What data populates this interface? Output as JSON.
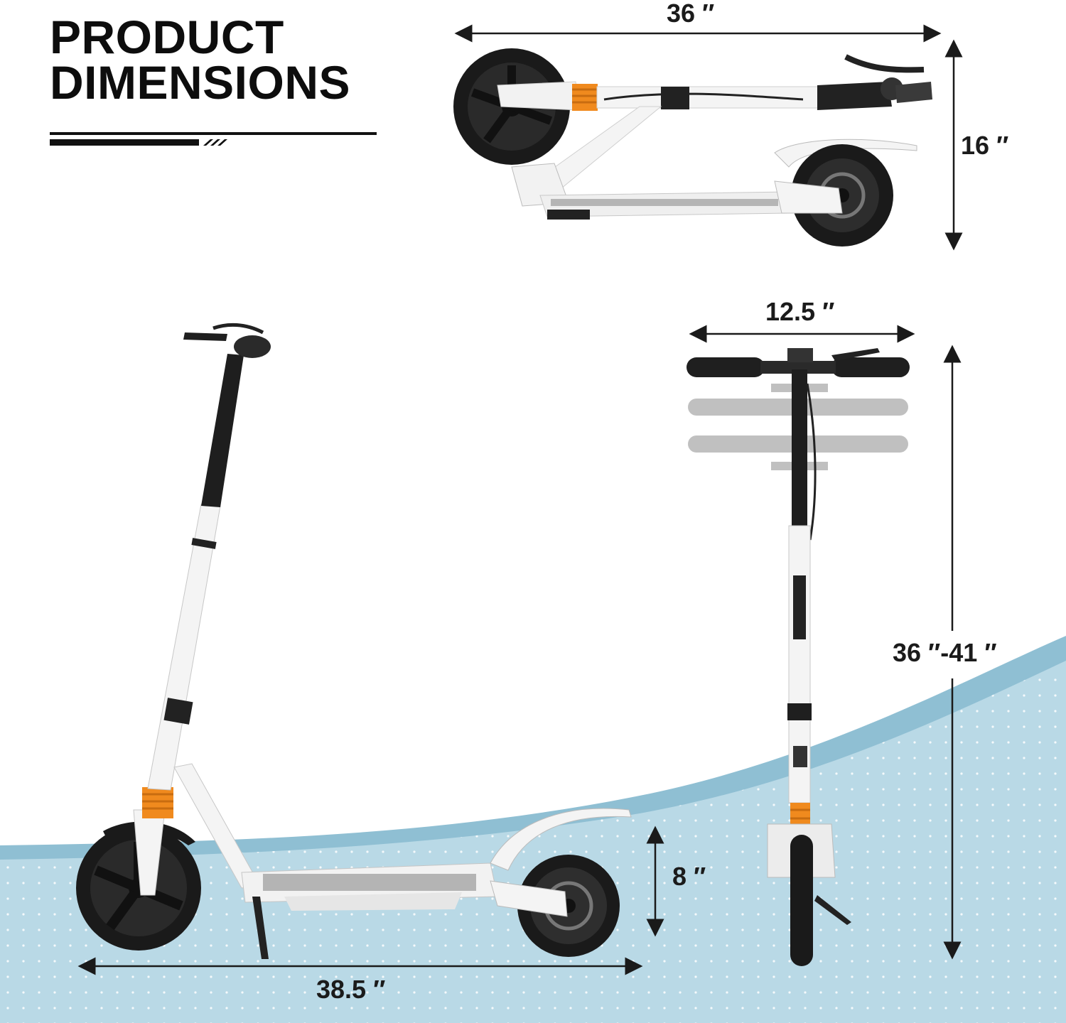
{
  "heading": {
    "line1": "PRODUCT",
    "line2": "DIMENSIONS"
  },
  "dimensions": {
    "folded_length": "36 ″",
    "folded_height": "16 ″",
    "handlebar_width": "12.5 ″",
    "handlebar_height": "36 ″-41 ″",
    "unfolded_length": "38.5 ″",
    "wheel_height": "8 ″"
  },
  "colors": {
    "wave": "#b9d9e6",
    "wave_edge": "#8fbfd3",
    "frame": "#f2f2f2",
    "accent_spring": "#f08a1e",
    "tire": "#1a1a1a",
    "arrow": "#1a1a1a"
  }
}
